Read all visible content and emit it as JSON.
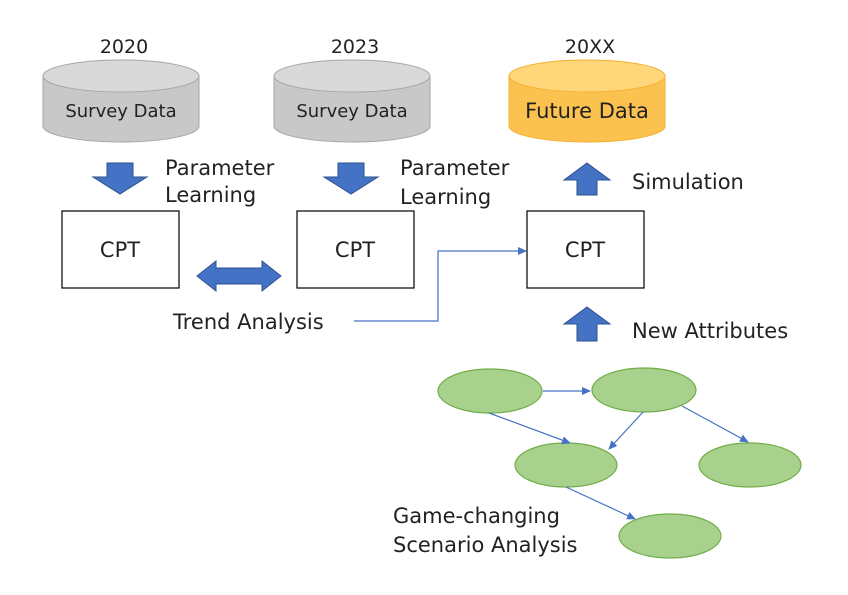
{
  "colors": {
    "gray_fill": "#c8c8c8",
    "gray_top": "#d9d9d9",
    "gray_stroke": "#a6a6a6",
    "orange_fill": "#fcc24f",
    "orange_top": "#ffd679",
    "orange_stroke": "#f5b030",
    "blue_arrow": "#4472c4",
    "blue_arrow_stroke": "#2f528f",
    "green_fill": "#a9d18e",
    "green_stroke": "#70ad47",
    "connector": "#4472c4",
    "box_stroke": "#000000"
  },
  "databases": [
    {
      "year": "2020",
      "label": "Survey Data"
    },
    {
      "year": "2023",
      "label": "Survey Data"
    },
    {
      "year": "20XX",
      "label": "Future Data"
    }
  ],
  "parameter_learning": [
    {
      "line1": "Parameter",
      "line2": "Learning"
    },
    {
      "line1": "Parameter",
      "line2": "Learning"
    }
  ],
  "cpt_boxes": [
    "CPT",
    "CPT",
    "CPT"
  ],
  "simulation_label": "Simulation",
  "trend_analysis_label": "Trend Analysis",
  "new_attributes_label": "New Attributes",
  "scenario_label": {
    "line1": "Game-changing",
    "line2": "Scenario Analysis"
  }
}
